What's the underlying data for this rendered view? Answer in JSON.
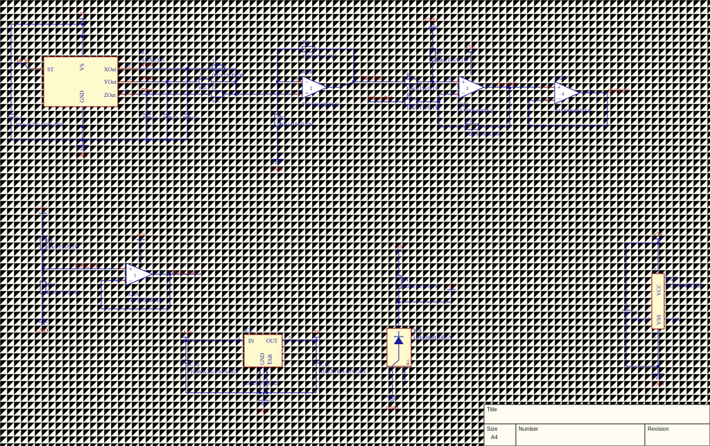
{
  "ic1": {
    "des": "IC1",
    "val": "ADXL335",
    "pin_st": "ST",
    "pin_vs": "VS",
    "pin_gnd": "GND",
    "pin_xout": "XOut",
    "pin_yout": "YOut",
    "pin_zout": "ZOut",
    "n2": "2",
    "n12": "12",
    "n10": "10",
    "n8": "8"
  },
  "nets": {
    "in_st": "In_ST",
    "xout": "XOut",
    "yout": "YOut",
    "zout": "ZOut",
    "out_gain": "Out_Gain",
    "offset_ref": "Offset_Ref",
    "out_diff": "Out_Diff",
    "output": "OUTPUT",
    "rteil_ref": "RTeil_Ref"
  },
  "power": {
    "p3v": "+3V",
    "p5v": "+5V",
    "p12v": "+12V",
    "gnd": "GND",
    "vcc": "VCC",
    "vss": "VSS"
  },
  "parts": {
    "c4": {
      "des": "C4",
      "val": "100n/X7R/±10%/50V"
    },
    "j1": {
      "des": "J1",
      "val": "0R/±1%/0.1W"
    },
    "j2": {
      "des": "J2",
      "val": "n.b."
    },
    "j3": {
      "des": "J3",
      "val": "n.b."
    },
    "c1": {
      "des": "C1"
    },
    "c2": {
      "des": "C2"
    },
    "c3": {
      "des": "C3"
    },
    "r4": {
      "des": "R4",
      "val": "10k/±1%/0.1W"
    },
    "r3": {
      "des": "R3",
      "val": "10k/±1%/0.1W"
    },
    "ic2b": {
      "des": "IC2B",
      "val": "TLV9004IRTER",
      "n3": "3",
      "n4": "4",
      "n5": "5",
      "unit": "2"
    },
    "r5": {
      "des": "R5",
      "val": "10k/±1%/0.1W"
    },
    "r6": {
      "des": "R6",
      "val": "10k/±1%/0.1W"
    },
    "r7": {
      "des": "R7",
      "val": "10k/±1%/0.1W"
    },
    "r8": {
      "des": "R8",
      "val": "10k/±1%/0.1W"
    },
    "ic2c": {
      "des": "IC2C",
      "val": "TLV9004IRTER",
      "n10": "10",
      "n9": "9",
      "n8": "8",
      "unit": "3"
    },
    "ic2d": {
      "des": "IC2D",
      "val": "TLV9004IRTER",
      "n12": "12",
      "n13": "13",
      "n14": "14",
      "unit": "4"
    },
    "r9": {
      "des": "R9",
      "val": "12k/±1%/0.1W"
    },
    "r10": {
      "des": "R10",
      "val": "4k3/±1%/0.1W"
    },
    "ic2a": {
      "des": "IC2A",
      "val": "TLV9004IRTER",
      "n1": "1",
      "n16": "16",
      "n15": "15",
      "unit": "1"
    },
    "ic3": {
      "des": "IC3",
      "val": "LM2937ES-12",
      "pin_in": "IN",
      "pin_out": "OUT",
      "pin_gnd": "GND",
      "pin_tab": "TAB",
      "n1": "1",
      "n3": "3",
      "n2": "2",
      "n4": "4"
    },
    "c10": {
      "des": "C10",
      "val": "100n/X7R/±10%/50V"
    },
    "c11": {
      "des": "C11",
      "val": "10u/X7R/±10%/50V"
    },
    "r11": {
      "des": "R11",
      "val": "220R/±1%/0.1W"
    },
    "ic4": {
      "des": "IC4",
      "val": "LM4040B30FTA",
      "nc": "n.c.",
      "n1": "1",
      "n2": "2",
      "n3": "3"
    },
    "c5": {
      "des": "C5",
      "val_a": "100n/X7",
      "val_b": "%/50V"
    },
    "ic2e": {
      "des": "IC2E",
      "val": "TLV9004IRTER",
      "n3": "3",
      "n11": "11"
    }
  },
  "titleblock": {
    "title_label": "Title",
    "size_label": "Size",
    "size_value": "A4",
    "number_label": "Number",
    "revision_label": "Revision"
  }
}
